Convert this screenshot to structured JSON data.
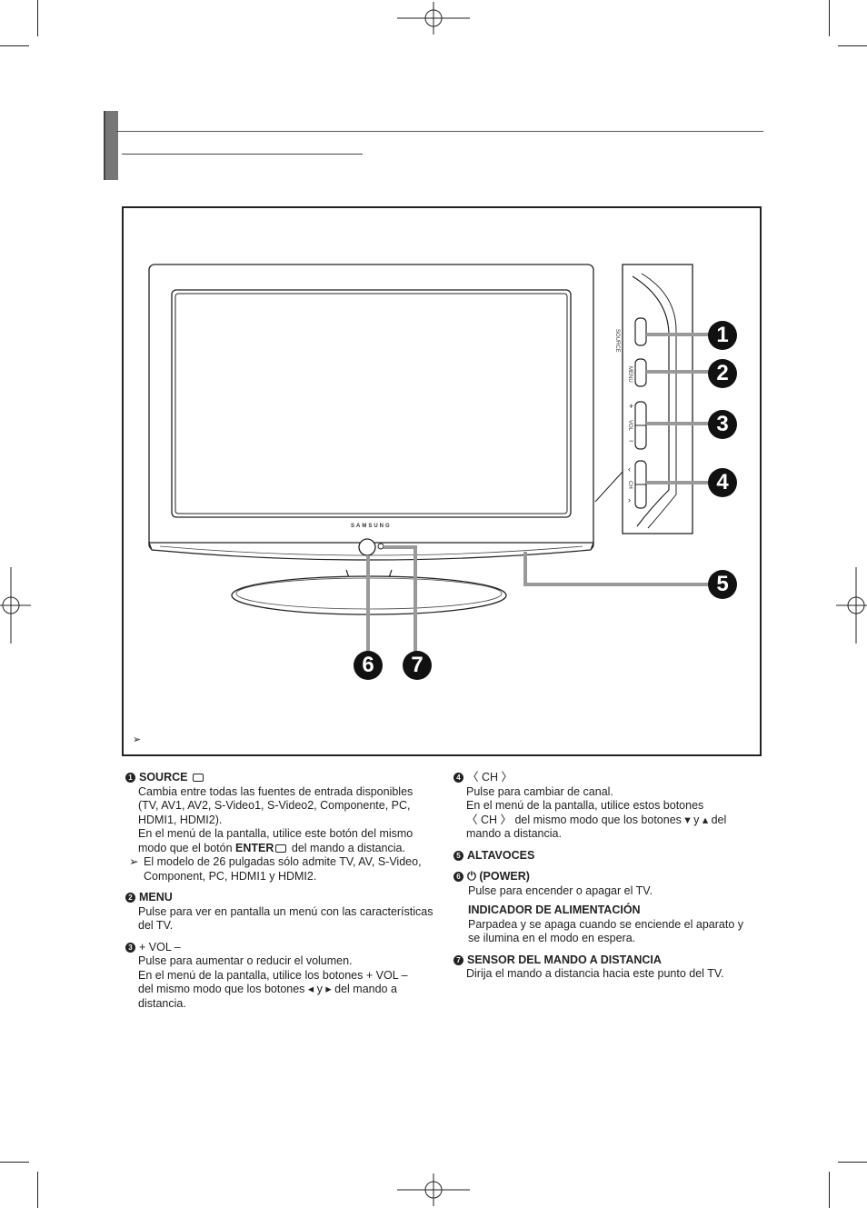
{
  "diagram": {
    "brand": "SAMSUNG",
    "side_panel_labels": {
      "source": "SOURCE",
      "menu": "MENU",
      "vol": "VOL",
      "ch": "CH"
    },
    "callouts": [
      "1",
      "2",
      "3",
      "4",
      "5",
      "6",
      "7"
    ],
    "note_symbol": "➢"
  },
  "items": {
    "source": {
      "num": "1",
      "title": "SOURCE",
      "text1": "Cambia entre todas las fuentes de entrada disponibles (TV, AV1, AV2, S-Video1, S-Video2, Componente, PC, HDMI1, HDMI2).",
      "text2_a": "En el menú de la pantalla, utilice este botón del mismo modo que el botón ",
      "text2_bold": "ENTER",
      "text2_b": " del mando a distancia.",
      "note": "El modelo de 26 pulgadas sólo admite TV, AV, S-Video, Component, PC, HDMI1 y HDMI2."
    },
    "menu": {
      "num": "2",
      "title": "MENU",
      "text": "Pulse para ver en pantalla un menú con las características del TV."
    },
    "vol": {
      "num": "3",
      "title": "+ VOL –",
      "text1": "Pulse para aumentar o reducir el volumen.",
      "text2_a": "En el menú de la pantalla, utilice los botones + VOL –",
      "text2_b": "del mismo modo que los botones ◂ y ▸ del mando a distancia."
    },
    "ch": {
      "num": "4",
      "title": "〈 CH 〉",
      "text1": "Pulse para cambiar de canal.",
      "text2_a": "En el menú de la pantalla, utilice estos botones",
      "text2_b": "〈 CH 〉 del mismo modo que los botones ▾ y ▴ del mando a distancia."
    },
    "speakers": {
      "num": "5",
      "title": "ALTAVOCES"
    },
    "power": {
      "num": "6",
      "title": "⏻ (POWER)",
      "text": "Pulse para encender o apagar el TV.",
      "sub_title": "INDICADOR DE ALIMENTACIÓN",
      "sub_text": "Parpadea y se apaga cuando se enciende el aparato y se ilumina en el modo en espera."
    },
    "sensor": {
      "num": "7",
      "title": "SENSOR DEL MANDO A DISTANCIA",
      "text": "Dirija el mando a distancia hacia este punto del TV."
    }
  }
}
